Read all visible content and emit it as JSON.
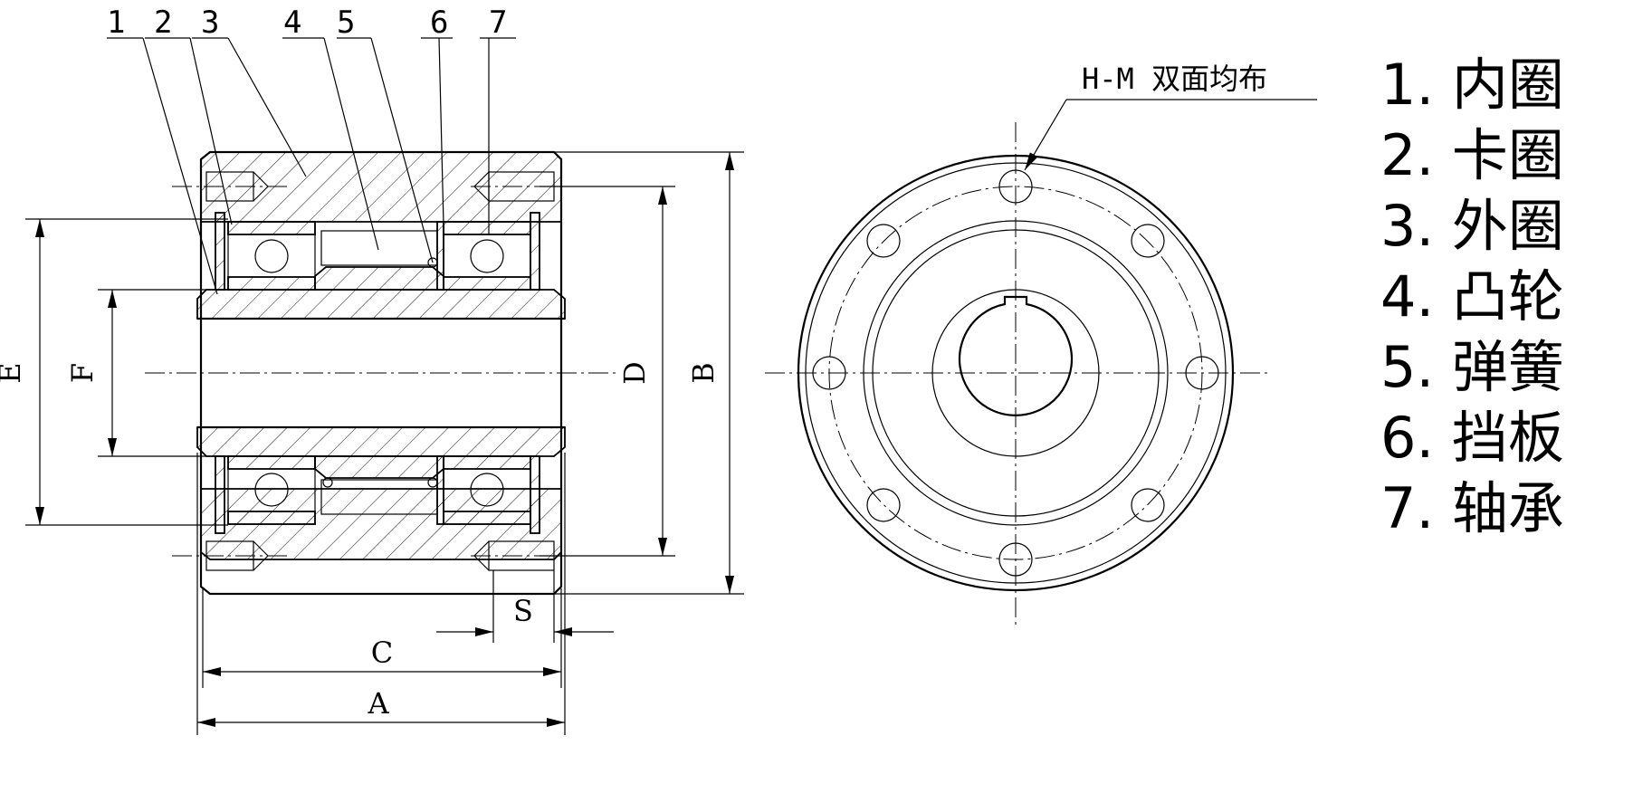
{
  "callouts": [
    "1",
    "2",
    "3",
    "4",
    "5",
    "6",
    "7"
  ],
  "dimensions": {
    "A": "A",
    "B": "B",
    "C": "C",
    "D": "D",
    "E": "E",
    "F": "F",
    "S": "S"
  },
  "hole_note": "H-M 双面均布",
  "legend": [
    "1. 内圈",
    "2. 卡圈",
    "3. 外圈",
    "4. 凸轮",
    "5. 弹簧",
    "6. 挡板",
    "7. 轴承"
  ],
  "colors": {
    "line": "#000000",
    "background": "#ffffff"
  }
}
